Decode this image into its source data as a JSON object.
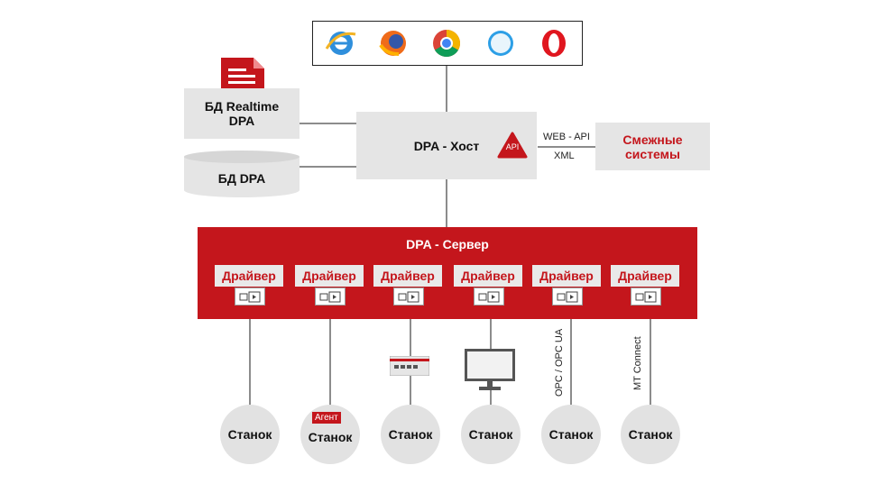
{
  "host": {
    "label": "DPA - Хост"
  },
  "api_badge": "API",
  "db_realtime": {
    "line1": "БД Realtime",
    "line2": "DPA"
  },
  "db_dpa": {
    "label": "БД DPA"
  },
  "web_api": "WEB - API",
  "xml": "XML",
  "related": {
    "line1": "Смежные",
    "line2": "системы"
  },
  "server": {
    "title": "DPA - Сервер"
  },
  "drivers": [
    "Драйвер",
    "Драйвер",
    "Драйвер",
    "Драйвер",
    "Драйвер",
    "Драйвер"
  ],
  "machines": [
    "Станок",
    "Станок",
    "Станок",
    "Станок",
    "Станок",
    "Станок"
  ],
  "agent_label": "Агент",
  "opc_label": "OPC / OPC UA",
  "mt_label": "MT Connect",
  "browsers": [
    "ie-icon",
    "firefox-icon",
    "chrome-icon",
    "safari-icon",
    "opera-icon"
  ],
  "colors": {
    "accent": "#c4161c",
    "box": "#e5e5e5"
  }
}
